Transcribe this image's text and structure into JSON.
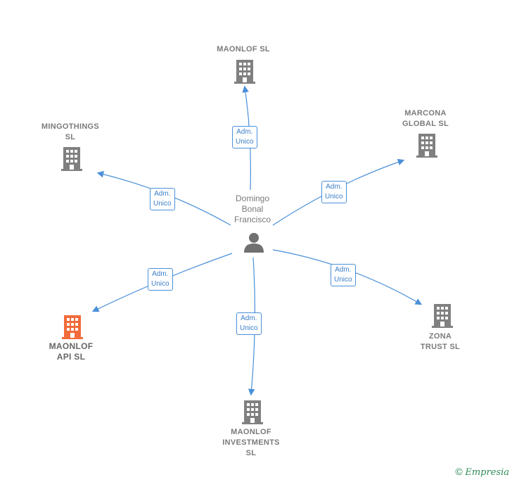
{
  "center": {
    "lines": [
      "Domingo",
      "Bonal",
      "Francisco"
    ]
  },
  "companies": [
    {
      "id": "maonlof-sl",
      "lines": [
        "MAONLOF  SL"
      ],
      "highlight": false
    },
    {
      "id": "mingothings-sl",
      "lines": [
        "MINGOTHINGS",
        "SL"
      ],
      "highlight": false
    },
    {
      "id": "marcona-global-sl",
      "lines": [
        "MARCONA",
        "GLOBAL  SL"
      ],
      "highlight": false
    },
    {
      "id": "maonlof-api-sl",
      "lines": [
        "MAONLOF",
        "API  SL"
      ],
      "highlight": true
    },
    {
      "id": "zona-trust-sl",
      "lines": [
        "ZONA",
        "TRUST  SL"
      ],
      "highlight": false
    },
    {
      "id": "maonlof-investments-sl",
      "lines": [
        "MAONLOF",
        "INVESTMENTS",
        "SL"
      ],
      "highlight": false
    }
  ],
  "edge_labels": [
    {
      "line1": "Adm.",
      "line2": "Unico"
    },
    {
      "line1": "Adm.",
      "line2": "Unico"
    },
    {
      "line1": "Adm.",
      "line2": "Unico"
    },
    {
      "line1": "Adm.",
      "line2": "Unico"
    },
    {
      "line1": "Adm.",
      "line2": "Unico"
    },
    {
      "line1": "Adm.",
      "line2": "Unico"
    }
  ],
  "colors": {
    "edge": "#4a90d9",
    "building": "#808080",
    "building_highlight": "#f26b3a",
    "person": "#707070"
  },
  "footer": {
    "copyright": "©",
    "brand": "Empresia"
  }
}
